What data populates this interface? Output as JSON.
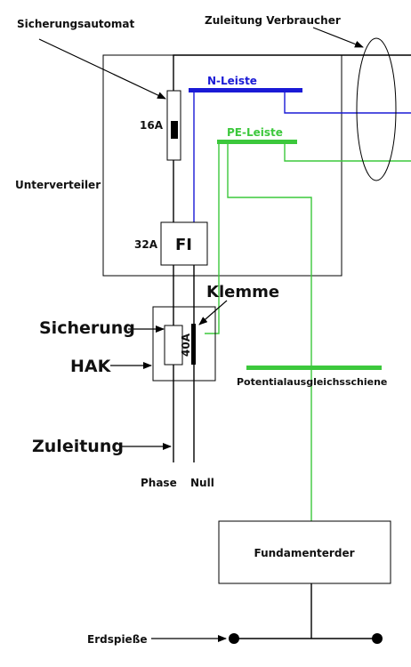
{
  "labels": {
    "sicherungsautomat": "Sicherungsautomat",
    "zuleitung_verbraucher": "Zuleitung Verbraucher",
    "n_leiste": "N-Leiste",
    "pe_leiste": "PE-Leiste",
    "breaker_rating": "16A",
    "unterverteiler": "Unterverteiler",
    "fi_rating": "32A",
    "fi": "FI",
    "klemme": "Klemme",
    "sicherung": "Sicherung",
    "fuse_rating": "40A",
    "hak": "HAK",
    "potentialausgleichsschiene": "Potentialausgleichsschiene",
    "zuleitung": "Zuleitung",
    "phase": "Phase",
    "null": "Null",
    "fundamenterder": "Fundamenterder",
    "erdspiesse": "Erdspieße"
  },
  "colors": {
    "phase_wire": "#000000",
    "neutral_wire": "#1a1ad6",
    "pe_wire": "#3cc83c",
    "text": "#111111"
  }
}
